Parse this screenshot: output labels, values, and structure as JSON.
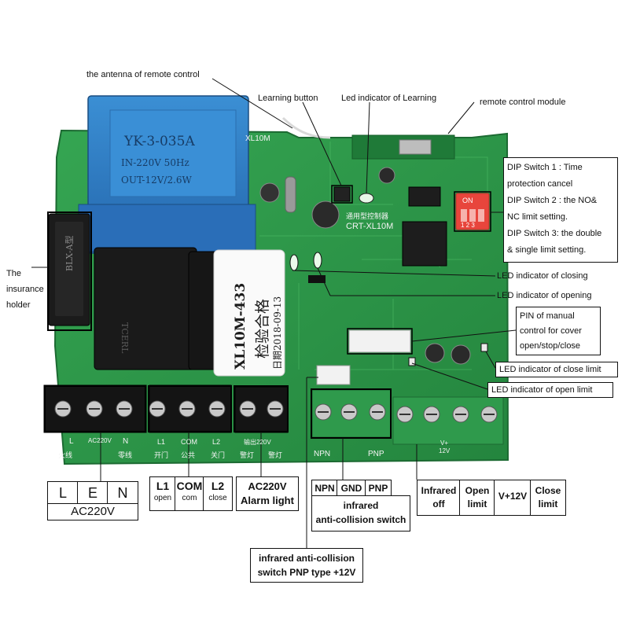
{
  "callouts": {
    "antenna": "the antenna of remote control",
    "learning_button": "Learning button",
    "led_learning": "Led indicator of Learning",
    "remote_module": "remote control module",
    "insurance_holder": [
      "The",
      "insurance",
      "holder"
    ],
    "dip_switch": [
      "DIP Switch 1 : Time",
      "protection cancel",
      "DIP Switch 2 : the NO&",
      "NC limit setting.",
      "DIP Switch 3: the double",
      "& single limit setting."
    ],
    "led_closing": "LED indicator of closing",
    "led_opening": "LED indicator of opening",
    "pin_manual": [
      "PIN of manual",
      "control for cover",
      "open/stop/close"
    ],
    "led_close_limit": "LED indicator of close limit",
    "led_open_limit": "LED indicator of open limit"
  },
  "bottom_labels": {
    "power": {
      "L": "L",
      "E": "E",
      "N": "N",
      "caption": "AC220V"
    },
    "motor": {
      "L1": "L1",
      "L1_sub": "open",
      "COM": "COM",
      "COM_sub": "com",
      "L2": "L2",
      "L2_sub": "close"
    },
    "alarm": {
      "line1": "AC220V",
      "line2": "Alarm light"
    },
    "sensor": {
      "NPN": "NPN",
      "GND": "GND",
      "PNP": "PNP",
      "caption_1": "infrared",
      "caption_2": "anti-collision switch"
    },
    "pnp_note": {
      "line1": "infrared anti-collision",
      "line2": "switch PNP type +12V"
    },
    "limits": {
      "infrared_off_1": "Infrared",
      "infrared_off_2": "off",
      "open_limit_1": "Open",
      "open_limit_2": "limit",
      "v12": "V+12V",
      "close_limit_1": "Close",
      "close_limit_2": "limit"
    }
  },
  "board": {
    "transformer_model": "YK-3-035A",
    "transformer_in": "IN-220V 50Hz",
    "transformer_out": "OUT-12V/2.6W",
    "fuse_holder": "BLX-A型",
    "model_top": "XL10M",
    "board_model": "CRT-XL10M",
    "board_name_cn": "通用型控制器",
    "qc_model": "XL10M-433",
    "qc_pass": "检验合格",
    "qc_date": "日期2018-09-13",
    "dip_on": "ON",
    "dip_nums": "1 2 3",
    "relay_brand": "TCERL",
    "terminal_labels": [
      "L",
      "AC220V",
      "N",
      "L1",
      "COM",
      "L2",
      "输出220V"
    ],
    "terminal_cn": [
      "火线",
      "零线",
      "开门",
      "公共",
      "关门",
      "警灯",
      "警灯"
    ],
    "sensor_terminal_labels": [
      "NPN",
      "PNP",
      "V+",
      "12V"
    ]
  },
  "colors": {
    "pcb_green": "#2e9a4a",
    "pcb_dark": "#1f7a38",
    "transformer_blue": "#2f7fc4",
    "relay_black": "#1a1a1a",
    "dip_red": "#e8453c",
    "terminal_black": "#141414"
  }
}
